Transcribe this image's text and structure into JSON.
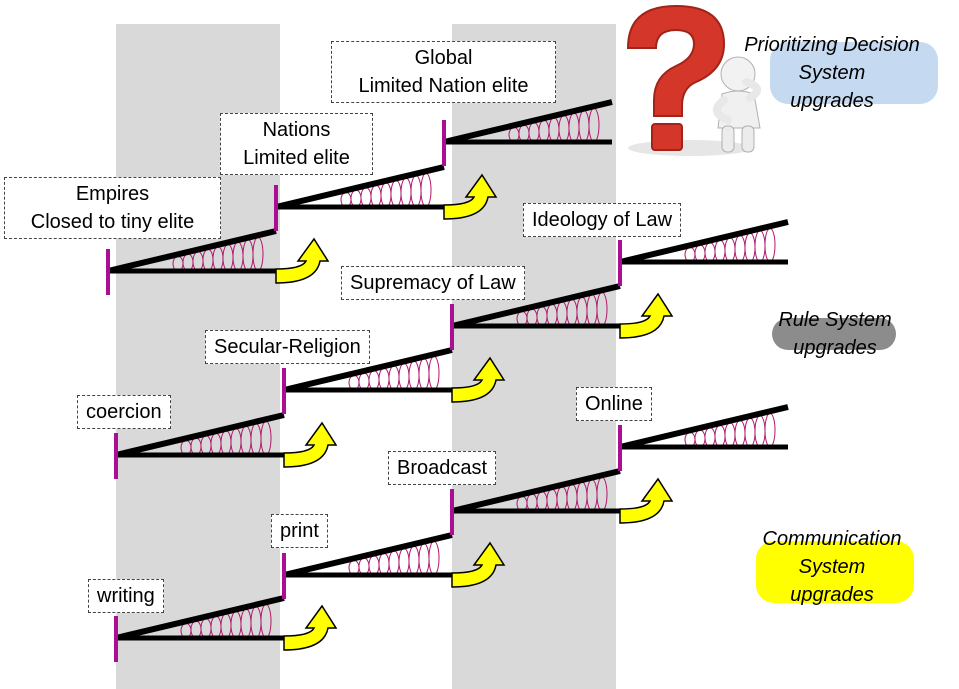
{
  "decision": {
    "rows": [
      {
        "name": "empires",
        "line1": "Empires",
        "line2": "Closed to tiny elite"
      },
      {
        "name": "nations",
        "line1": "Nations",
        "line2": "Limited elite"
      },
      {
        "name": "global",
        "line1": "Global",
        "line2": "Limited Nation elite"
      }
    ]
  },
  "rule": {
    "steps": [
      "coercion",
      "Secular-Religion",
      "Supremacy of Law",
      "Ideology of Law"
    ]
  },
  "communication": {
    "steps": [
      "writing",
      "print",
      "Broadcast",
      "Online"
    ]
  },
  "legends": {
    "decision": {
      "line1": "Prioritizing Decision",
      "line2": "System",
      "line3": "upgrades",
      "color": "#c5d9f1"
    },
    "rule": {
      "line1": "Rule System",
      "line2": "upgrades",
      "color": "#8c8c8c"
    },
    "communication": {
      "line1": "Communication",
      "line2": "System",
      "line3": "upgrades",
      "color": "#ffff00"
    }
  },
  "icons": [
    "question-mark-figure-icon",
    "upgrade-arrow-icon",
    "spring-coil-icon"
  ],
  "colors": {
    "column": "#d9d9d9",
    "accent": "#aa0f91",
    "arrow": "#ffff00",
    "spring": "#b2186f"
  }
}
